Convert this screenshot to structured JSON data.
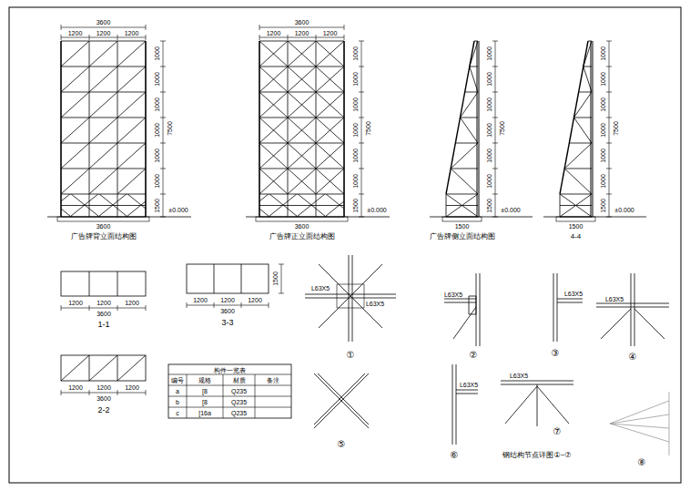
{
  "diagram": {
    "labels": [
      "3600",
      "1200",
      "1200",
      "1200",
      "1000",
      "1000",
      "1000",
      "1000",
      "1000",
      "1000",
      "1500",
      "7500",
      "3600",
      "±0.000",
      "广告牌背立面结构图",
      "3600",
      "1200",
      "1200",
      "1200",
      "1000",
      "1000",
      "1000",
      "1000",
      "1000",
      "1000",
      "1500",
      "7500",
      "3600",
      "±0.000",
      "广告牌正立面结构图",
      "1000",
      "1000",
      "1000",
      "1000",
      "1000",
      "1000",
      "1500",
      "7500",
      "1500",
      "±0.000",
      "广告牌侧立面结构图",
      "1000",
      "1000",
      "1000",
      "1000",
      "1000",
      "1000",
      "1500",
      "7500",
      "1500",
      "±0.000",
      "4-4",
      "1200",
      "1200",
      "1200",
      "3600",
      "1-1",
      "1200",
      "1200",
      "1200",
      "1500",
      "3600",
      "3-3",
      "1200",
      "1200",
      "1200",
      "3600",
      "2-2",
      "构件一览表",
      "编号",
      "规格",
      "材质",
      "备注",
      "a",
      "[8",
      "Q235",
      "b",
      "[8",
      "Q235",
      "c",
      "[16a",
      "Q235",
      "L63X5",
      "L63X5",
      "①",
      "L63X5",
      "②",
      "L63X5",
      "③",
      "L63X5",
      "④",
      "⑤",
      "L63X5",
      "⑥",
      "L63X5",
      "⑦",
      "钢结构节点详图①~⑦",
      "⑧"
    ]
  }
}
